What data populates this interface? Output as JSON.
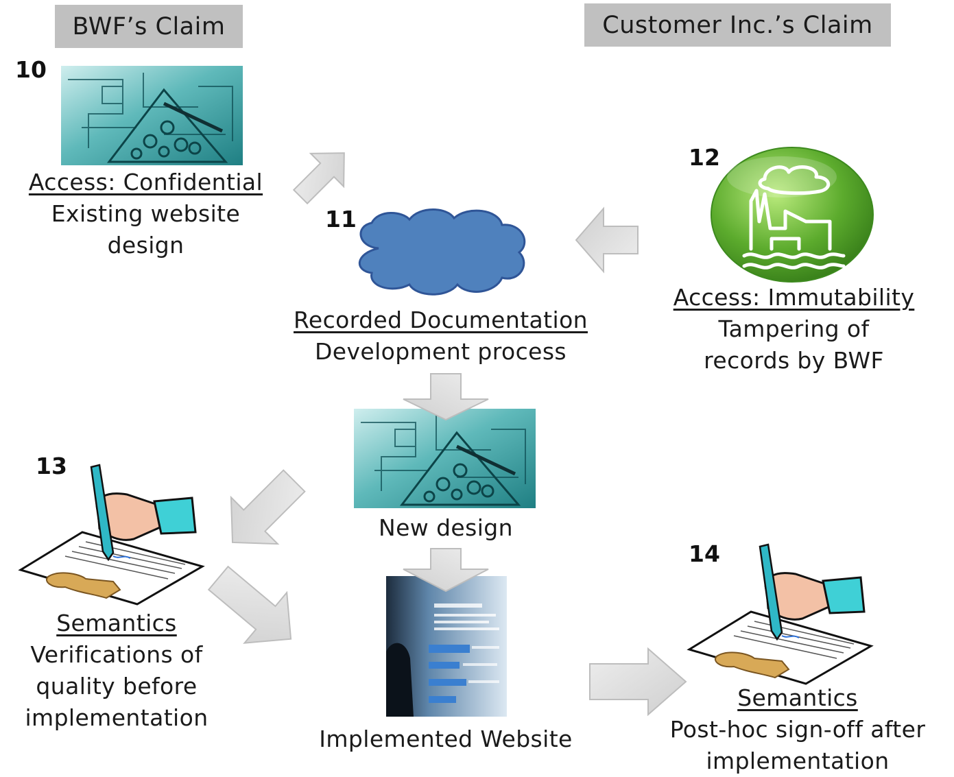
{
  "headers": {
    "left": "BWF’s Claim",
    "right": "Customer Inc.’s Claim"
  },
  "nodes": [
    {
      "id": "10",
      "title": "Access: Confidential",
      "desc_lines": [
        "Existing website",
        "design"
      ],
      "icon": "blueprint-image"
    },
    {
      "id": "11",
      "title": "Recorded Documentation",
      "desc_lines": [
        "Development process"
      ],
      "icon": "cloud-shape"
    },
    {
      "id": "12",
      "title": "Access: Immutability",
      "desc_lines": [
        "Tampering of",
        "records by BWF"
      ],
      "icon": "factory-green-icon"
    },
    {
      "id": "",
      "title": "",
      "desc_lines": [
        "New design"
      ],
      "icon": "blueprint-image"
    },
    {
      "id": "13",
      "title": "Semantics",
      "desc_lines": [
        "Verifications of",
        "quality before",
        "implementation"
      ],
      "icon": "signing-hand-icon"
    },
    {
      "id": "",
      "title": "",
      "desc_lines": [
        "Implemented Website"
      ],
      "icon": "website-screen-image"
    },
    {
      "id": "14",
      "title": "Semantics",
      "desc_lines": [
        "Post-hoc sign-off after",
        "implementation"
      ],
      "icon": "signing-hand-icon"
    }
  ],
  "colors": {
    "header_bg": "#c0c0c0",
    "cloud_fill": "#4f81bd",
    "cloud_stroke": "#2f5597",
    "arrow_fill": "#d9d9d9",
    "arrow_stroke": "#bfbfbf",
    "factory_green": "#5cab2d",
    "blueprint_teal": "#3a9ea0"
  }
}
